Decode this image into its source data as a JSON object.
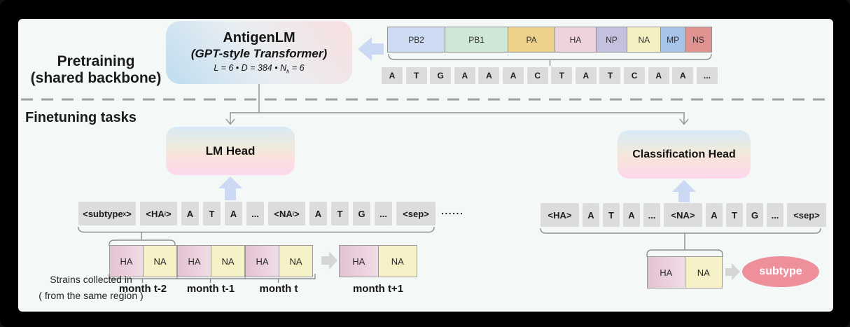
{
  "sections": {
    "pretraining_label_line1": "Pretraining",
    "pretraining_label_line2": "(shared backbone)",
    "finetuning_label": "Finetuning tasks"
  },
  "model_box": {
    "title": "AntigenLM",
    "subtitle": "(GPT-style Transformer)",
    "params_pre": "L = 6 • D = 384 • N",
    "params_sub": "h",
    "params_post": " = 6"
  },
  "genome_bar": {
    "segments": [
      {
        "label": "PB2",
        "color": "#cddcf2"
      },
      {
        "label": "PB1",
        "color": "#cfe8d6"
      },
      {
        "label": "PA",
        "color": "#eed28c"
      },
      {
        "label": "HA",
        "color": "#eed3de"
      },
      {
        "label": "NP",
        "color": "#c4c1de"
      },
      {
        "label": "NA",
        "color": "#f5f0c2"
      },
      {
        "label": "MP",
        "color": "#a6c4e9"
      },
      {
        "label": "NS",
        "color": "#e09290"
      }
    ]
  },
  "nucleotides": [
    "A",
    "T",
    "G",
    "A",
    "A",
    "A",
    "C",
    "T",
    "A",
    "T",
    "C",
    "A",
    "A",
    "..."
  ],
  "lm_task": {
    "head_label": "LM Head",
    "tokens": [
      {
        "pre": "<subtype",
        "sub": "x",
        "post": ">"
      },
      {
        "pre": "<HA",
        "sub": "i",
        "post": ">"
      },
      {
        "pre": "A"
      },
      {
        "pre": "T"
      },
      {
        "pre": "A"
      },
      {
        "pre": "..."
      },
      {
        "pre": "<NA",
        "sub": "i",
        "post": ">"
      },
      {
        "pre": "A"
      },
      {
        "pre": "T"
      },
      {
        "pre": "G"
      },
      {
        "pre": "..."
      },
      {
        "pre": "<sep>"
      }
    ],
    "trailing_dots": "......",
    "months": [
      {
        "ha": "HA",
        "na": "NA",
        "label": "month t-2"
      },
      {
        "ha": "HA",
        "na": "NA",
        "label": "month t-1"
      },
      {
        "ha": "HA",
        "na": "NA",
        "label": "month t"
      }
    ],
    "next_month": {
      "ha": "HA",
      "na": "NA",
      "label": "month t+1"
    },
    "note_line1": "Strains collected in",
    "note_line2": "( from the same region )"
  },
  "cls_task": {
    "head_label": "Classification Head",
    "tokens": [
      {
        "pre": "<HA>"
      },
      {
        "pre": "A"
      },
      {
        "pre": "T"
      },
      {
        "pre": "A"
      },
      {
        "pre": "..."
      },
      {
        "pre": "<NA>"
      },
      {
        "pre": "A"
      },
      {
        "pre": "T"
      },
      {
        "pre": "G"
      },
      {
        "pre": "..."
      },
      {
        "pre": "<sep>"
      }
    ],
    "pair": {
      "ha": "HA",
      "na": "NA"
    },
    "output_label": "subtype"
  },
  "colors": {
    "canvas": "#f4f8f6",
    "token_cell": "#dcdcdc",
    "ha_cell": "#e4c2d1",
    "na_cell": "#f6f1c6",
    "subtype_ellipse": "#ee8f9c",
    "block_arrow": "#ccd9f4",
    "gray_arrow": "#d6d6d6",
    "connector": "#8b9095"
  }
}
